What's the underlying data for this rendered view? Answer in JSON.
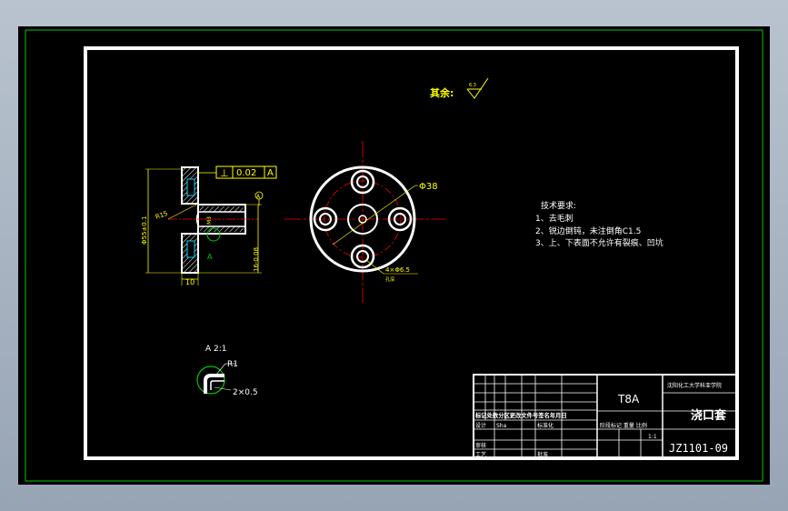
{
  "colors": {
    "background": "#000000",
    "frame_outer": "#00c800",
    "frame_inner": "#ffffff",
    "dimension": "#ffff00",
    "centerline": "#ff0000",
    "geometry": "#ffffff",
    "hidden_thread": "#00d7ff",
    "hatch": "#ffffff"
  },
  "surface_note": {
    "label": "其余:",
    "roughness": "6.3"
  },
  "front_view": {
    "flatness_symbol": "⊥",
    "flatness_value": "0.02",
    "flatness_datum": "A",
    "dim_left": "Φ55±0.1",
    "dim_radius": "R15",
    "dim_depth": "16-0.08",
    "dim_bottom": "10",
    "detail_marker": "A",
    "datum_mark": "A",
    "thread_label": "M3"
  },
  "top_view": {
    "dim_outer": "Φ38",
    "dim_holes": "4×Φ6.5",
    "dim_holes_sub": "孔深"
  },
  "tech_requirements": {
    "heading": "技术要求:",
    "items": [
      "1、去毛刺",
      "2、锐边倒钝，未注倒角C1.5",
      "3、上、下表面不允许有裂痕、凹坑"
    ]
  },
  "detail_view": {
    "label": "A 2:1",
    "radius": "R1",
    "chamfer": "2×0.5"
  },
  "title_block": {
    "material": "T8A",
    "school": "沈阳化工大学科亚学院",
    "part_name": "浇口套",
    "drawing_no": "JZ1101-09",
    "scale": "1:1",
    "header_left": "标记处数分区更改文件号签名年月日",
    "row_design": "设计",
    "designer": "Sha",
    "row_standard": "标准化",
    "row_check": "审核",
    "row_craft": "工艺",
    "row_approve": "批准",
    "header_right": "阶段标记 重量 比例"
  }
}
